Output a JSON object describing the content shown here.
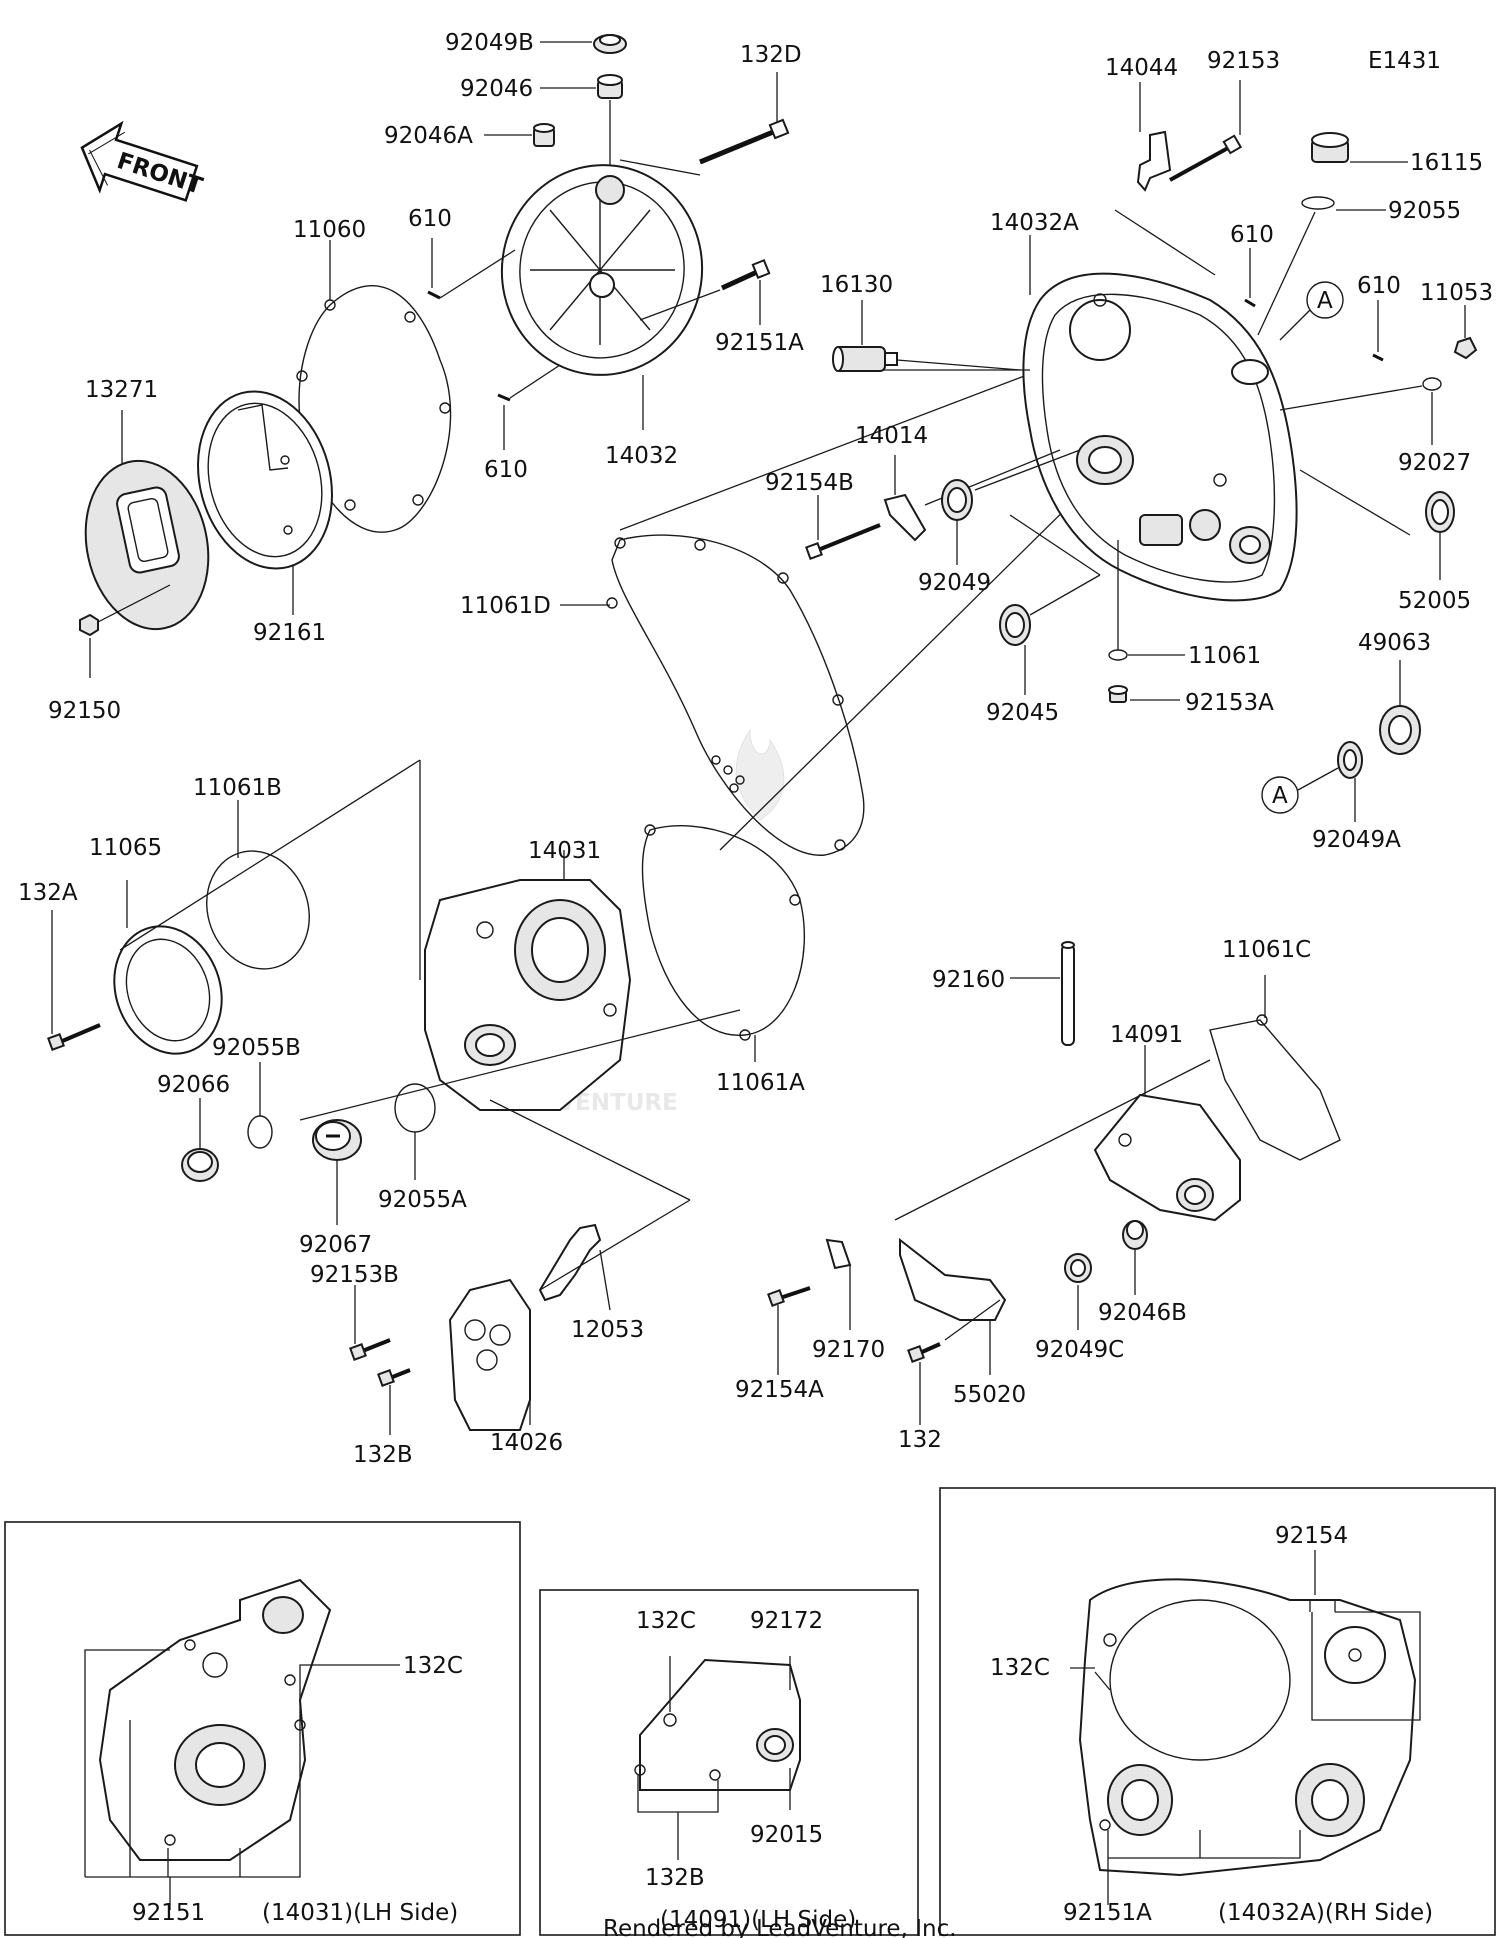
{
  "diagram_code": "E1431",
  "watermark": "LEADVENTURE",
  "footer": "Rendered by LeadVenture, Inc.",
  "front_arrow": "FRONT",
  "ref_marker": "A",
  "labels": {
    "p92049B": "92049B",
    "p92046": "92046",
    "p132D": "132D",
    "p92046A": "92046A",
    "p14044": "14044",
    "p92153": "92153",
    "p16115": "16115",
    "p92055": "92055",
    "p11060": "11060",
    "p610a": "610",
    "p14032A": "14032A",
    "p610b": "610",
    "p610c": "610",
    "p11053": "11053",
    "p16130": "16130",
    "p92151A": "92151A",
    "p13271": "13271",
    "p610d": "610",
    "p14032": "14032",
    "p14014": "14014",
    "p92154B": "92154B",
    "p92027": "92027",
    "p92161": "92161",
    "p92049": "92049",
    "p52005": "52005",
    "p11061D": "11061D",
    "p92150": "92150",
    "p49063": "49063",
    "p11061": "11061",
    "p92045": "92045",
    "p92153A": "92153A",
    "p11061B": "11061B",
    "p92049A": "92049A",
    "p11065": "11065",
    "p14031": "14031",
    "p132A": "132A",
    "p11061C": "11061C",
    "p92160": "92160",
    "p14091": "14091",
    "p92055B": "92055B",
    "p11061A": "11061A",
    "p92066": "92066",
    "p92055A": "92055A",
    "p92067": "92067",
    "p92153B": "92153B",
    "p12053": "12053",
    "p92170": "92170",
    "p92046B": "92046B",
    "p92049C": "92049C",
    "p92154A": "92154A",
    "p55020": "55020",
    "p132": "132",
    "p132B": "132B",
    "p14026": "14026"
  },
  "insets": [
    {
      "caption": "(14031)(LH Side)",
      "callouts": {
        "a": "132C",
        "b": "92151"
      }
    },
    {
      "caption": "(14091)(LH Side)",
      "callouts": {
        "a": "132C",
        "b": "92172",
        "c": "92015",
        "d": "132B"
      }
    },
    {
      "caption": "(14032A)(RH Side)",
      "callouts": {
        "a": "92154",
        "b": "132C",
        "c": "92151A"
      }
    }
  ]
}
